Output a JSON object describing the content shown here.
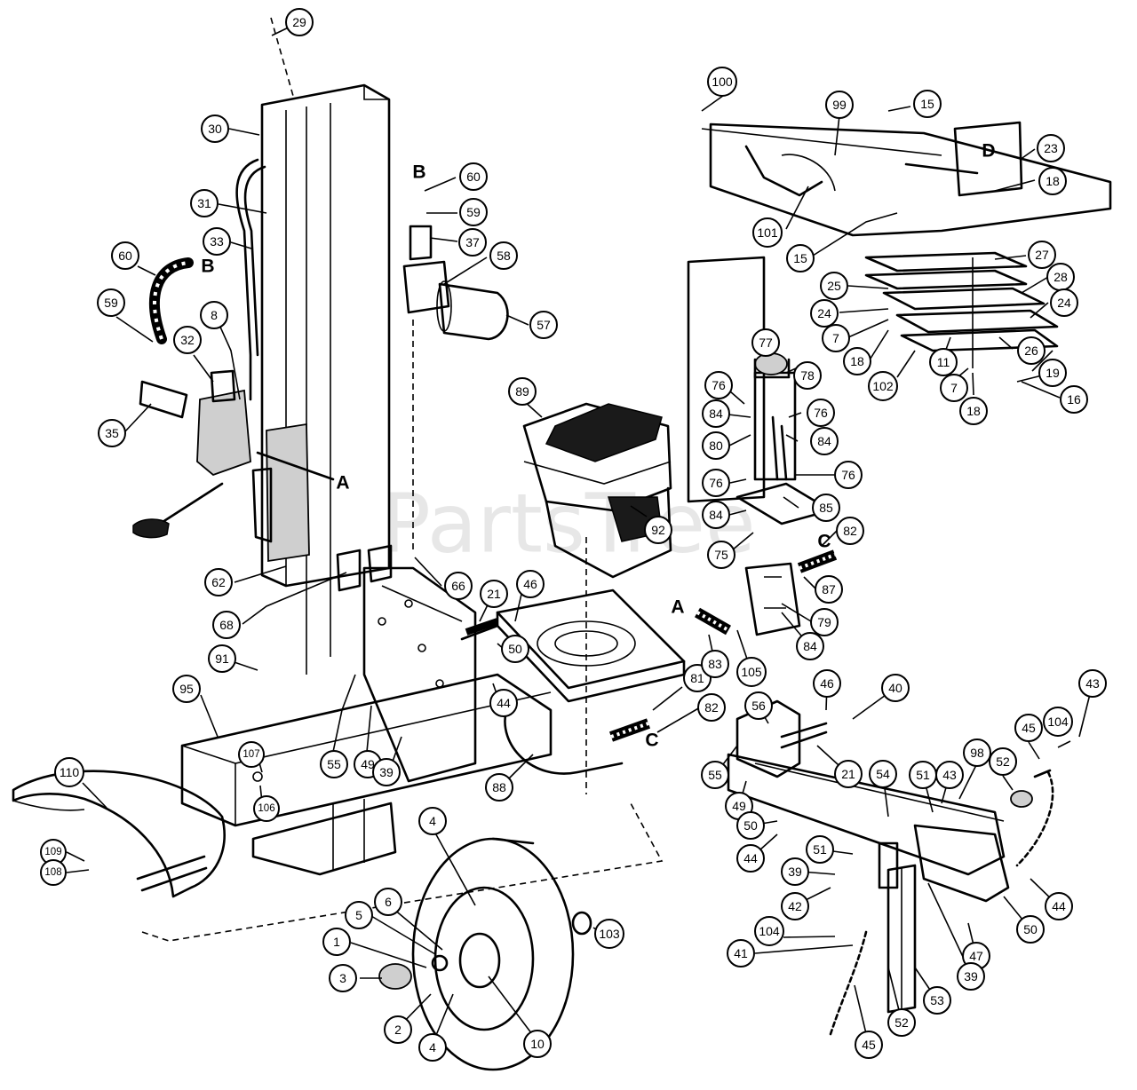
{
  "watermark": "PartsTree",
  "letters": {
    "a_upper": "A",
    "a_lower": "A",
    "b_hose": "B",
    "b_fitting": "B",
    "c_fitting": "C",
    "c_hose": "C",
    "d_frame": "D"
  },
  "callouts": {
    "c29": "29",
    "c30": "30",
    "c31": "31",
    "c33": "33",
    "c60a": "60",
    "c59a": "59",
    "c8": "8",
    "c32": "32",
    "c35": "35",
    "c60b": "60",
    "c59b": "59",
    "c37": "37",
    "c58": "58",
    "c57": "57",
    "c62": "62",
    "c68": "68",
    "c66": "66",
    "c91": "91",
    "c95": "95",
    "c55a": "55",
    "c49a": "49",
    "c39a": "39",
    "c107": "107",
    "c106": "106",
    "c110": "110",
    "c109": "109",
    "c108": "108",
    "c89": "89",
    "c92": "92",
    "c21a": "21",
    "c46a": "46",
    "c50a": "50",
    "c44a": "44",
    "c81": "81",
    "c82a": "82",
    "c88": "88",
    "c4a": "4",
    "c5": "5",
    "c6": "6",
    "c1": "1",
    "c3": "3",
    "c2": "2",
    "c4b": "4",
    "c10": "10",
    "c103": "103",
    "c100": "100",
    "c99": "99",
    "c15a": "15",
    "c23": "23",
    "c18a": "18",
    "c101": "101",
    "c15b": "15",
    "c27": "27",
    "c25": "25",
    "c28": "28",
    "c24a": "24",
    "c24b": "24",
    "c7a": "7",
    "c18b": "18",
    "c102": "102",
    "c11": "11",
    "c26": "26",
    "c19": "19",
    "c7b": "7",
    "c16": "16",
    "c18c": "18",
    "c77": "77",
    "c78": "78",
    "c76a": "76",
    "c84a": "84",
    "c76b": "76",
    "c80": "80",
    "c84b": "84",
    "c76c": "76",
    "c76d": "76",
    "c84c": "84",
    "c85": "85",
    "c75": "75",
    "c82b": "82",
    "c87": "87",
    "c79": "79",
    "c84d": "84",
    "c83": "83",
    "c105": "105",
    "c46b": "46",
    "c40": "40",
    "c43a": "43",
    "c104a": "104",
    "c45a": "45",
    "c56": "56",
    "c55b": "55",
    "c21b": "21",
    "c49b": "49",
    "c54": "54",
    "c51a": "51",
    "c43b": "43",
    "c98": "98",
    "c52a": "52",
    "c50b": "50",
    "c44b": "44",
    "c39b": "39",
    "c51b": "51",
    "c42": "42",
    "c44c": "44",
    "c50c": "50",
    "c47": "47",
    "c104b": "104",
    "c41": "41",
    "c39c": "39",
    "c53": "53",
    "c52b": "52",
    "c45b": "45"
  }
}
